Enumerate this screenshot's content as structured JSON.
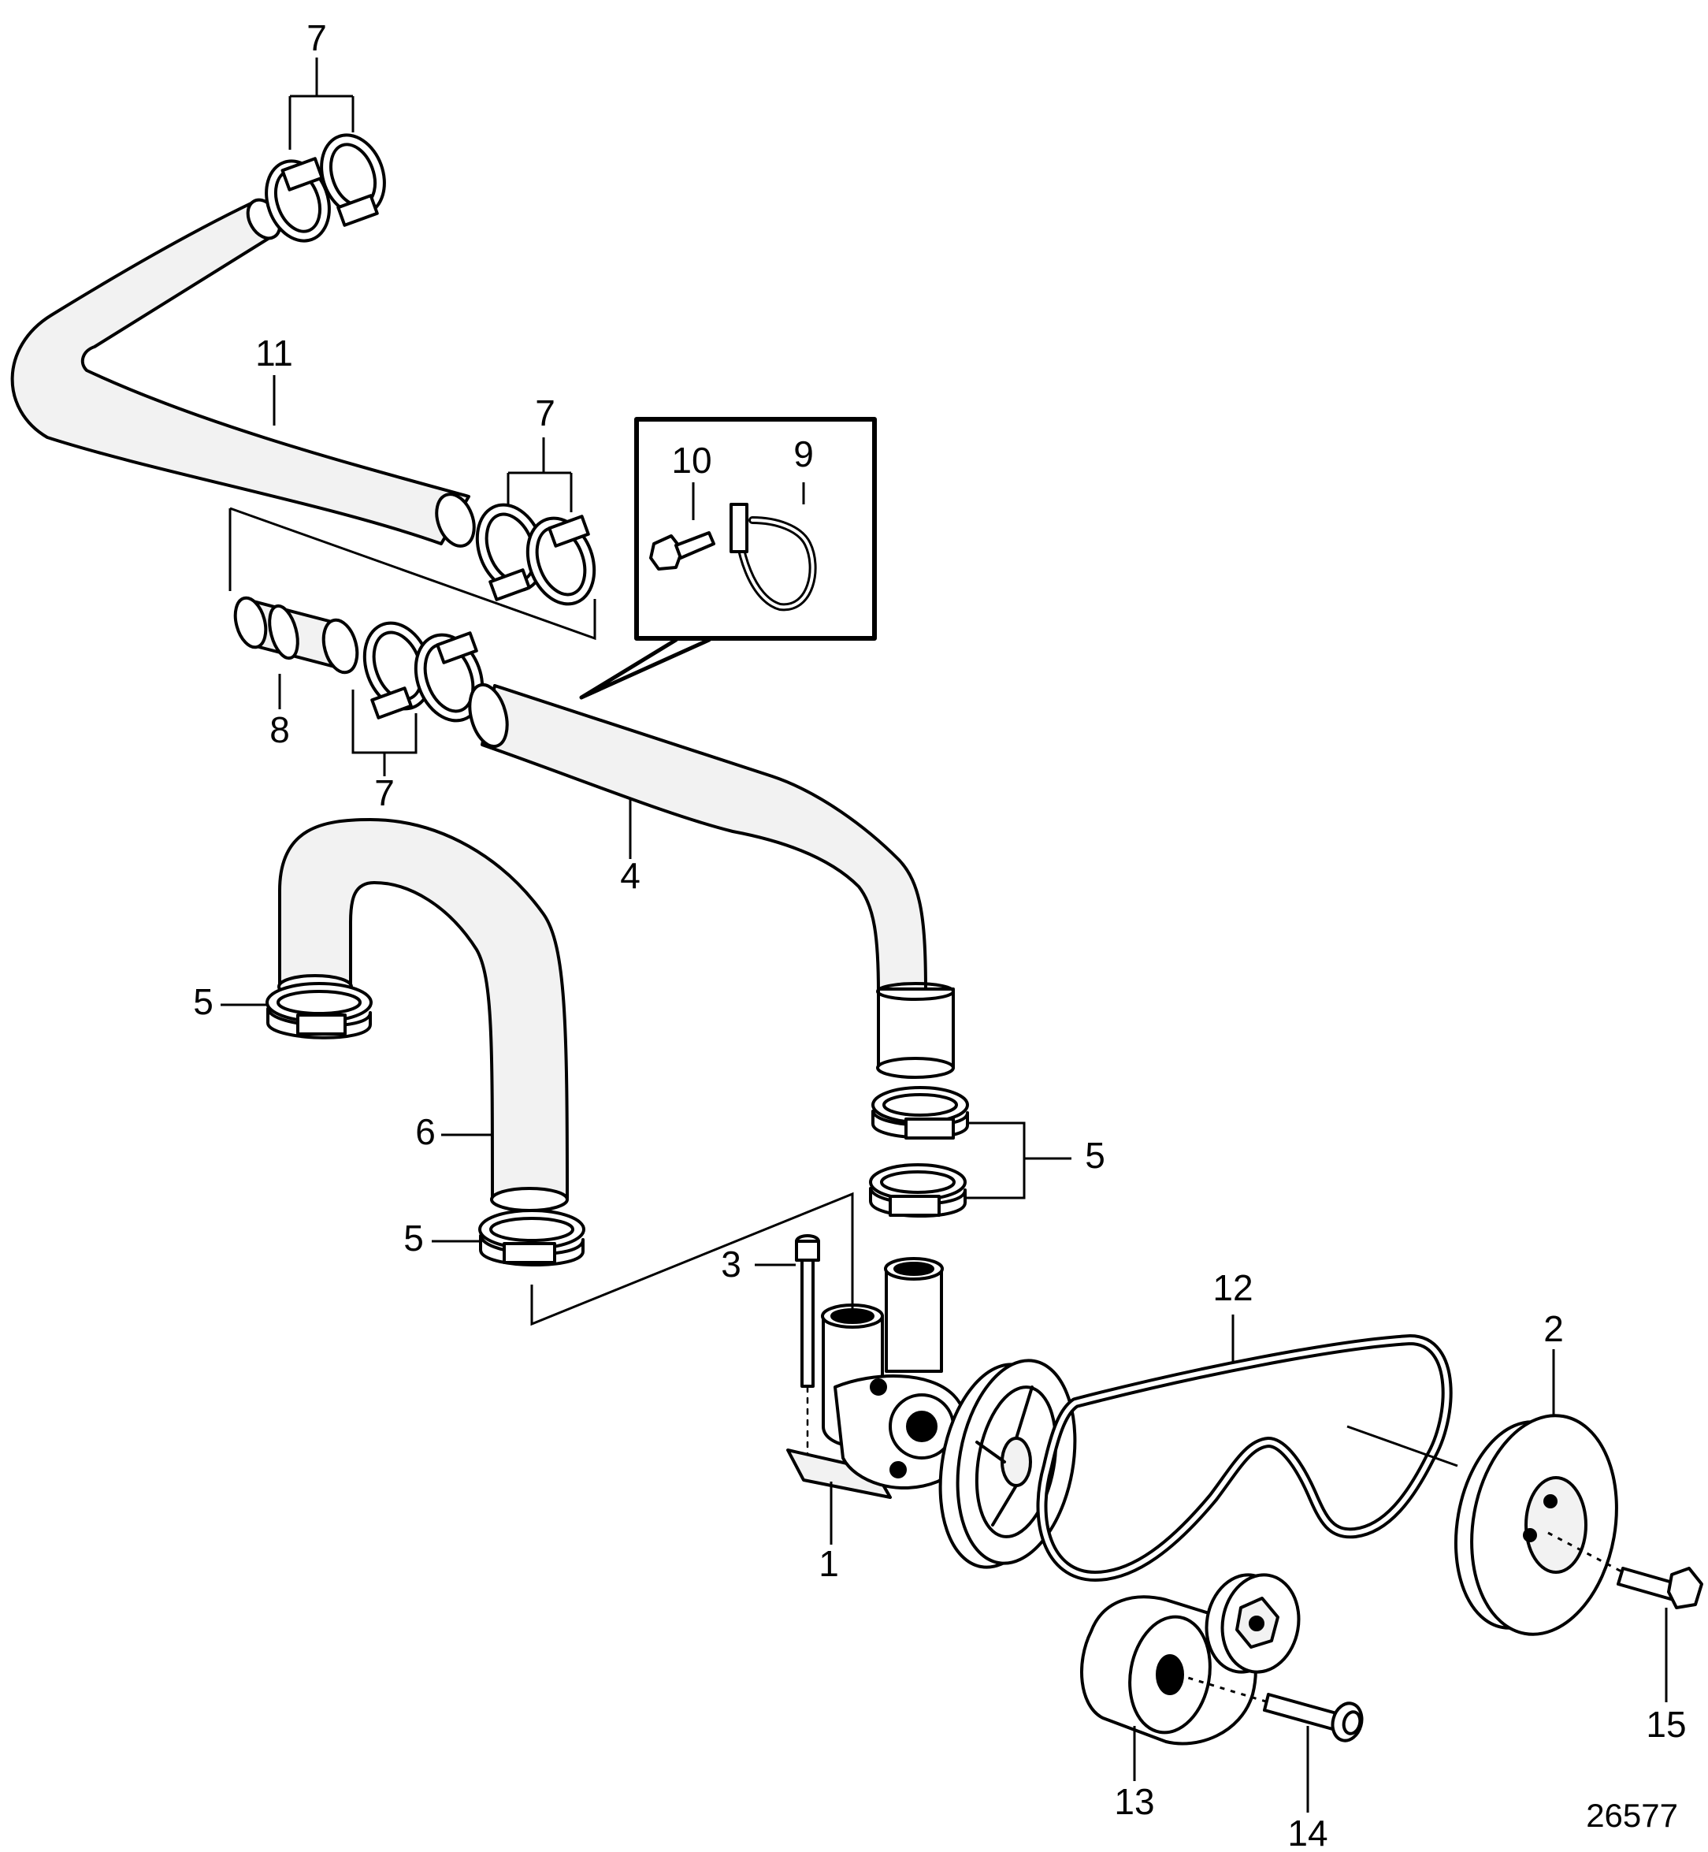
{
  "drawing_number": "26577",
  "callouts": {
    "c1": "1",
    "c2": "2",
    "c3": "3",
    "c4": "4",
    "c5a": "5",
    "c5b": "5",
    "c5c": "5",
    "c6": "6",
    "c7a": "7",
    "c7b": "7",
    "c7c": "7",
    "c8": "8",
    "c9": "9",
    "c10": "10",
    "c11": "11",
    "c12": "12",
    "c13": "13",
    "c14": "14",
    "c15": "15"
  }
}
